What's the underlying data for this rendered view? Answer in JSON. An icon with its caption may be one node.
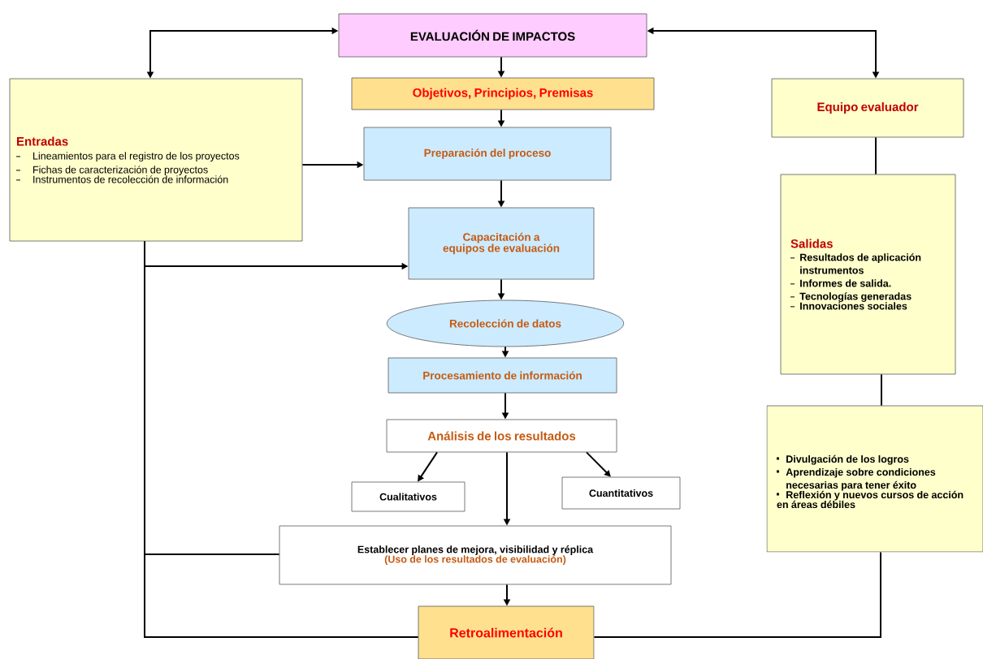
{
  "diagram": {
    "nodes": [
      {
        "text": [
          "EVALUACIÓN DE IMPACTOS"
        ]
      },
      {
        "text": [
          "Entradas",
          "Lineamientos para el registro de los proyectos",
          "Fichas de caracterización de proyectos",
          "Instrumentos de recolección de información"
        ]
      },
      {
        "text": [
          "Objetivos, Principios, Premisas"
        ]
      },
      {
        "text": [
          "Preparación del proceso"
        ]
      },
      {
        "text": [
          "Capacitación a equipos de evaluación"
        ]
      },
      {
        "text": [
          "Recolección de datos"
        ]
      },
      {
        "text": [
          "Procesamiento de información"
        ]
      },
      {
        "text": [
          "Análisis de los resultados"
        ]
      },
      {
        "text": [
          "Cualitativos"
        ]
      },
      {
        "text": [
          "Cuantitativos"
        ]
      },
      {
        "text": [
          "Establecer planes de mejora, visibilidad y réplica",
          "(Uso de los resultados de evaluación)"
        ]
      },
      {
        "text": [
          "Retroalimentación"
        ]
      },
      {
        "text": [
          "Equipo evaluador"
        ]
      },
      {
        "text": [
          "Salidas",
          "Resultados de aplicación instrumentos",
          "Informes de salida.",
          "Tecnologías generadas",
          "Innovaciones sociales"
        ]
      },
      {
        "text": [
          "Divulgación de los logros",
          "Aprendizaje sobre condiciones necesarias para tener éxito",
          "Reflexión y nuevos cursos de acción en áreas débiles"
        ]
      }
    ],
    "edges": [
      {
        "from": 0,
        "to": 1,
        "arrow": "both"
      },
      {
        "from": 0,
        "to": 12,
        "arrow": "both"
      },
      {
        "from": 0,
        "to": 2,
        "arrow": "to"
      },
      {
        "from": 2,
        "to": 3,
        "arrow": "to"
      },
      {
        "from": 1,
        "to": 3,
        "arrow": "to"
      },
      {
        "from": 3,
        "to": 4,
        "arrow": "to"
      },
      {
        "from": 1,
        "to": 4,
        "arrow": "to"
      },
      {
        "from": 4,
        "to": 5,
        "arrow": "to"
      },
      {
        "from": 5,
        "to": 6,
        "arrow": "to"
      },
      {
        "from": 6,
        "to": 7,
        "arrow": "to"
      },
      {
        "from": 7,
        "to": 8,
        "arrow": "to"
      },
      {
        "from": 7,
        "to": 9,
        "arrow": "to"
      },
      {
        "from": 7,
        "to": 10,
        "arrow": "to"
      },
      {
        "from": 10,
        "to": 11,
        "arrow": "to"
      },
      {
        "from": 1,
        "to": 10,
        "arrow": "none"
      },
      {
        "from": 1,
        "to": 11,
        "arrow": "none"
      },
      {
        "from": 12,
        "to": 13,
        "arrow": "none"
      },
      {
        "from": 13,
        "to": 14,
        "arrow": "none"
      },
      {
        "from": 14,
        "to": 11,
        "arrow": "none"
      }
    ]
  }
}
